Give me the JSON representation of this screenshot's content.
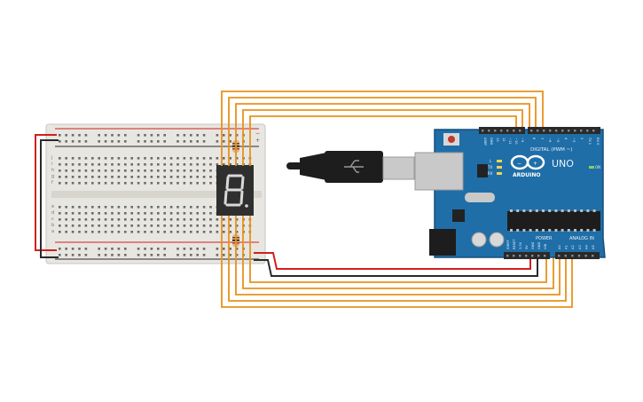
{
  "colors": {
    "canvas_bg": "#ffffff",
    "breadboard": "#e8e6e1",
    "breadboard_edge": "#c9c6c0",
    "hole": "#6b6b6b",
    "rail_red": "#d21f1f",
    "rail_blue": "#2b2b2b",
    "wire_orange": "#e8921b",
    "wire_red": "#d21f1f",
    "wire_black": "#2a2a2a",
    "arduino_blue": "#1f6ea8",
    "arduino_dark": "#174f7a",
    "header_black": "#2a2a2a",
    "display_body": "#2f2f2f",
    "segment_on": "#d9d9d9",
    "usb_black": "#1d1d1d",
    "usb_metal": "#c9c9c9",
    "resistor_body": "#d9b98b"
  },
  "breadboard": {
    "row_letters_top": [
      "j",
      "i",
      "h",
      "g",
      "f"
    ],
    "row_letters_bottom": [
      "e",
      "d",
      "c",
      "b",
      "a"
    ],
    "rail_plus": "+",
    "rail_minus": "−"
  },
  "arduino": {
    "logo_text": "ARDUINO",
    "model_text": "UNO",
    "digital_label": "DIGITAL (PWM ~)",
    "power_label": "POWER",
    "analog_label": "ANALOG IN",
    "digital_pins": [
      "AREF",
      "GND",
      "13",
      "12",
      "~11",
      "~10",
      "~9",
      "8",
      "7",
      "~6",
      "~5",
      "4",
      "~3",
      "2",
      "TX 1",
      "RX 0"
    ],
    "power_pins": [
      "IOREF",
      "RESET",
      "3.3V",
      "5V",
      "GND",
      "GND",
      "VIN"
    ],
    "analog_pins": [
      "A0",
      "A1",
      "A2",
      "A3",
      "A4",
      "A5"
    ],
    "led_labels": [
      "L",
      "TX",
      "RX",
      "ON"
    ]
  },
  "components": {
    "seven_segment": "7-segment display",
    "resistors": "resistor",
    "usb_cable": "USB cable"
  },
  "icons": [
    "usb-icon",
    "arduino-infinity-logo-icon"
  ]
}
